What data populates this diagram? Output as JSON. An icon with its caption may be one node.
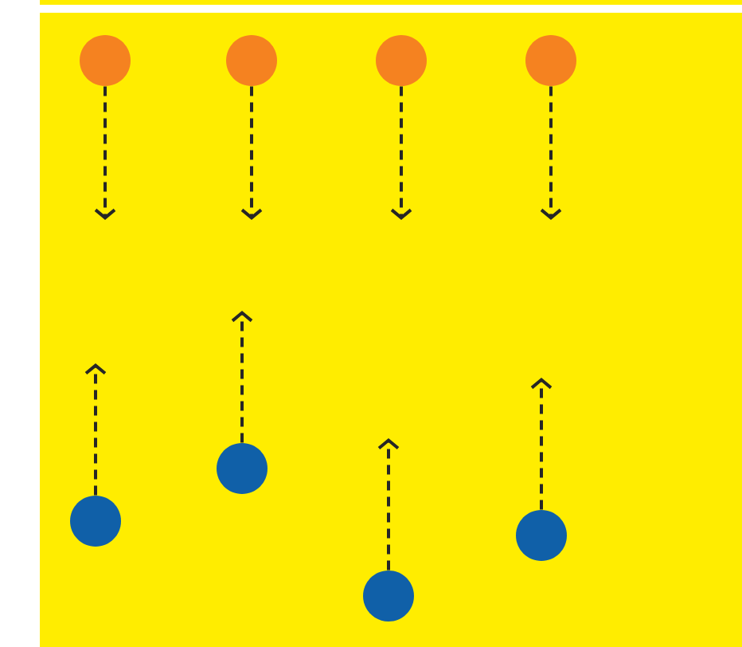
{
  "diagram": {
    "nodes": [
      {
        "text": [],
        "shape": "circle"
      },
      {
        "text": [],
        "shape": "circle"
      },
      {
        "text": [],
        "shape": "circle"
      },
      {
        "text": [],
        "shape": "circle"
      },
      {
        "text": [],
        "shape": "circle"
      },
      {
        "text": [],
        "shape": "circle"
      },
      {
        "text": [],
        "shape": "circle"
      },
      {
        "text": [],
        "shape": "circle"
      }
    ],
    "edges": [
      {
        "from": 0,
        "to": null,
        "arrow": "to",
        "style": "dashed"
      },
      {
        "from": 1,
        "to": null,
        "arrow": "to",
        "style": "dashed"
      },
      {
        "from": 2,
        "to": null,
        "arrow": "to",
        "style": "dashed"
      },
      {
        "from": 3,
        "to": null,
        "arrow": "to",
        "style": "dashed"
      },
      {
        "from": 4,
        "to": null,
        "arrow": "to",
        "style": "dashed"
      },
      {
        "from": 5,
        "to": null,
        "arrow": "to",
        "style": "dashed"
      },
      {
        "from": 6,
        "to": null,
        "arrow": "to",
        "style": "dashed"
      },
      {
        "from": 7,
        "to": null,
        "arrow": "to",
        "style": "dashed"
      }
    ]
  }
}
